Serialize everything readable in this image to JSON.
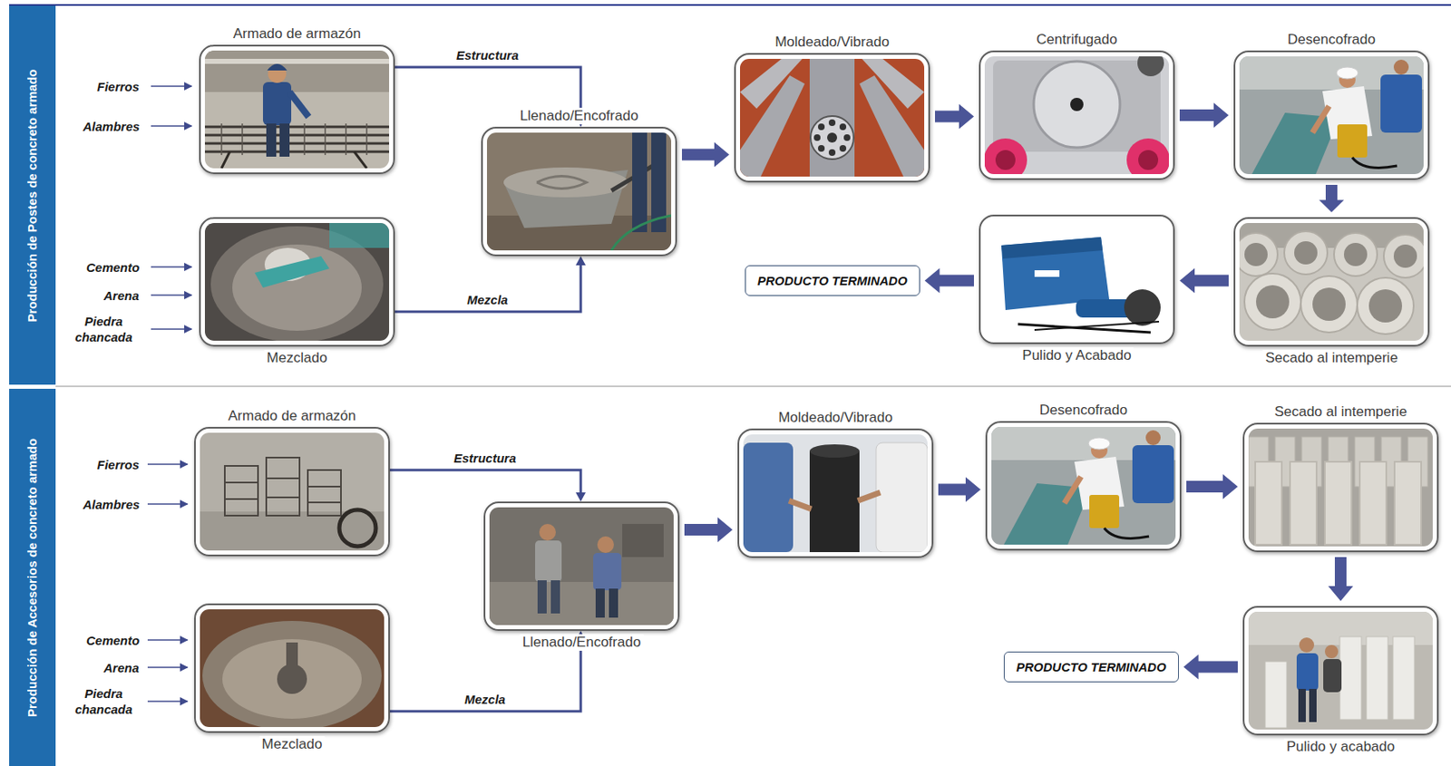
{
  "diagram": {
    "nodes": [
      {
        "text": [
          "Producción de Postes de concreto armado"
        ]
      },
      {
        "text": [
          "Armado de armazón"
        ]
      },
      {
        "text": [
          "Mezclado"
        ]
      },
      {
        "text": [
          "Llenado/Encofrado"
        ]
      },
      {
        "text": [
          "Moldeado/Vibrado"
        ]
      },
      {
        "text": [
          "Centrifugado"
        ]
      },
      {
        "text": [
          "Desencofrado"
        ]
      },
      {
        "text": [
          "Secado al intemperie"
        ]
      },
      {
        "text": [
          "Pulido y Acabado"
        ]
      },
      {
        "text": [
          "PRODUCTO TERMINADO"
        ]
      },
      {
        "text": [
          "Producción de Accesorios de concreto armado"
        ]
      },
      {
        "text": [
          "Armado de armazón"
        ]
      },
      {
        "text": [
          "Mezclado"
        ]
      },
      {
        "text": [
          "Llenado/Encofrado"
        ]
      },
      {
        "text": [
          "Moldeado/Vibrado"
        ]
      },
      {
        "text": [
          "Desencofrado"
        ]
      },
      {
        "text": [
          "Secado al intemperie"
        ]
      },
      {
        "text": [
          "Pulido y acabado"
        ]
      },
      {
        "text": [
          "PRODUCTO TERMINADO"
        ]
      }
    ],
    "edges": [
      {
        "from": 1,
        "to": 3,
        "label": "Estructura",
        "arrow": "to"
      },
      {
        "from": 2,
        "to": 3,
        "label": "Mezcla",
        "arrow": "to"
      },
      {
        "from": 3,
        "to": 4,
        "arrow": "to"
      },
      {
        "from": 4,
        "to": 5,
        "arrow": "to"
      },
      {
        "from": 5,
        "to": 6,
        "arrow": "to"
      },
      {
        "from": 6,
        "to": 7,
        "arrow": "to"
      },
      {
        "from": 7,
        "to": 8,
        "arrow": "to"
      },
      {
        "from": 8,
        "to": 9,
        "arrow": "to"
      },
      {
        "from": 11,
        "to": 13,
        "label": "Estructura",
        "arrow": "to"
      },
      {
        "from": 12,
        "to": 13,
        "label": "Mezcla",
        "arrow": "to"
      },
      {
        "from": 13,
        "to": 14,
        "arrow": "to"
      },
      {
        "from": 14,
        "to": 15,
        "arrow": "to"
      },
      {
        "from": 15,
        "to": 16,
        "arrow": "to"
      },
      {
        "from": 16,
        "to": 17,
        "arrow": "to"
      },
      {
        "from": 17,
        "to": 18,
        "arrow": "to"
      }
    ],
    "labels": [
      "Fierros",
      "Alambres",
      "Cemento",
      "Arena",
      "Piedra chancada",
      "Fierros",
      "Alambres",
      "Cemento",
      "Arena",
      "Piedra chancada"
    ]
  }
}
